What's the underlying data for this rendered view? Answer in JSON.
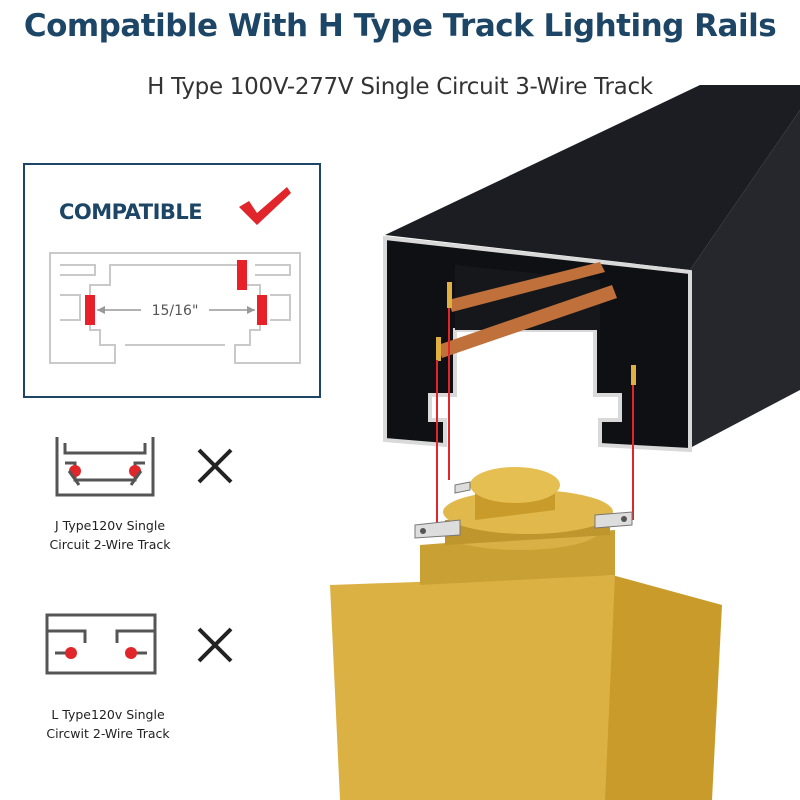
{
  "header": {
    "title": "Compatible With H Type Track Lighting Rails",
    "subtitle": "H Type 100V-277V Single Circuit 3-Wire Track"
  },
  "compatible_panel": {
    "label": "COMPATIBLE",
    "icon": "checkmark-icon",
    "dimension": "15/16\""
  },
  "incompatible": [
    {
      "caption_line1": "J Type120v Single",
      "caption_line2": "Circuit 2-Wire Track",
      "icon": "x-icon"
    },
    {
      "caption_line1": "L Type120v Single",
      "caption_line2": "Circwit 2-Wire Track",
      "icon": "x-icon"
    }
  ],
  "colors": {
    "title": "#1c4566",
    "check": "#e0262a",
    "contact": "#e0262a",
    "track": "#1b1d22",
    "conductor": "#c0703a",
    "adapter_gold": "#d9b040"
  }
}
